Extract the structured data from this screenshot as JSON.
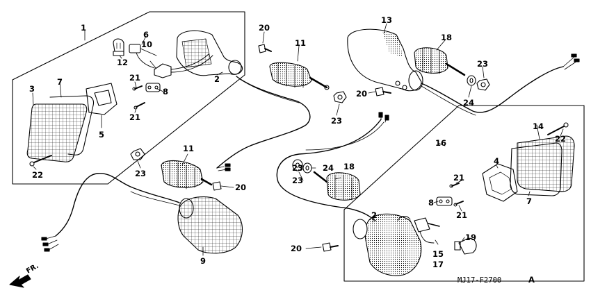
{
  "diagram": {
    "part_code": "MJ17-F2700",
    "revision": "A",
    "direction_label": "FR."
  },
  "callouts": {
    "1": "1",
    "2": "2",
    "3": "3",
    "4": "4",
    "5": "5",
    "6": "6",
    "7": "7",
    "8": "8",
    "9": "9",
    "10": "10",
    "11": "11",
    "12": "12",
    "13": "13",
    "14": "14",
    "15": "15",
    "16": "16",
    "17": "17",
    "18": "18",
    "19": "19",
    "20": "20",
    "21": "21",
    "22": "22",
    "23": "23",
    "24": "24"
  },
  "colors": {
    "line": "#000000",
    "paper": "#ffffff",
    "shade": "#c8c8c8"
  }
}
